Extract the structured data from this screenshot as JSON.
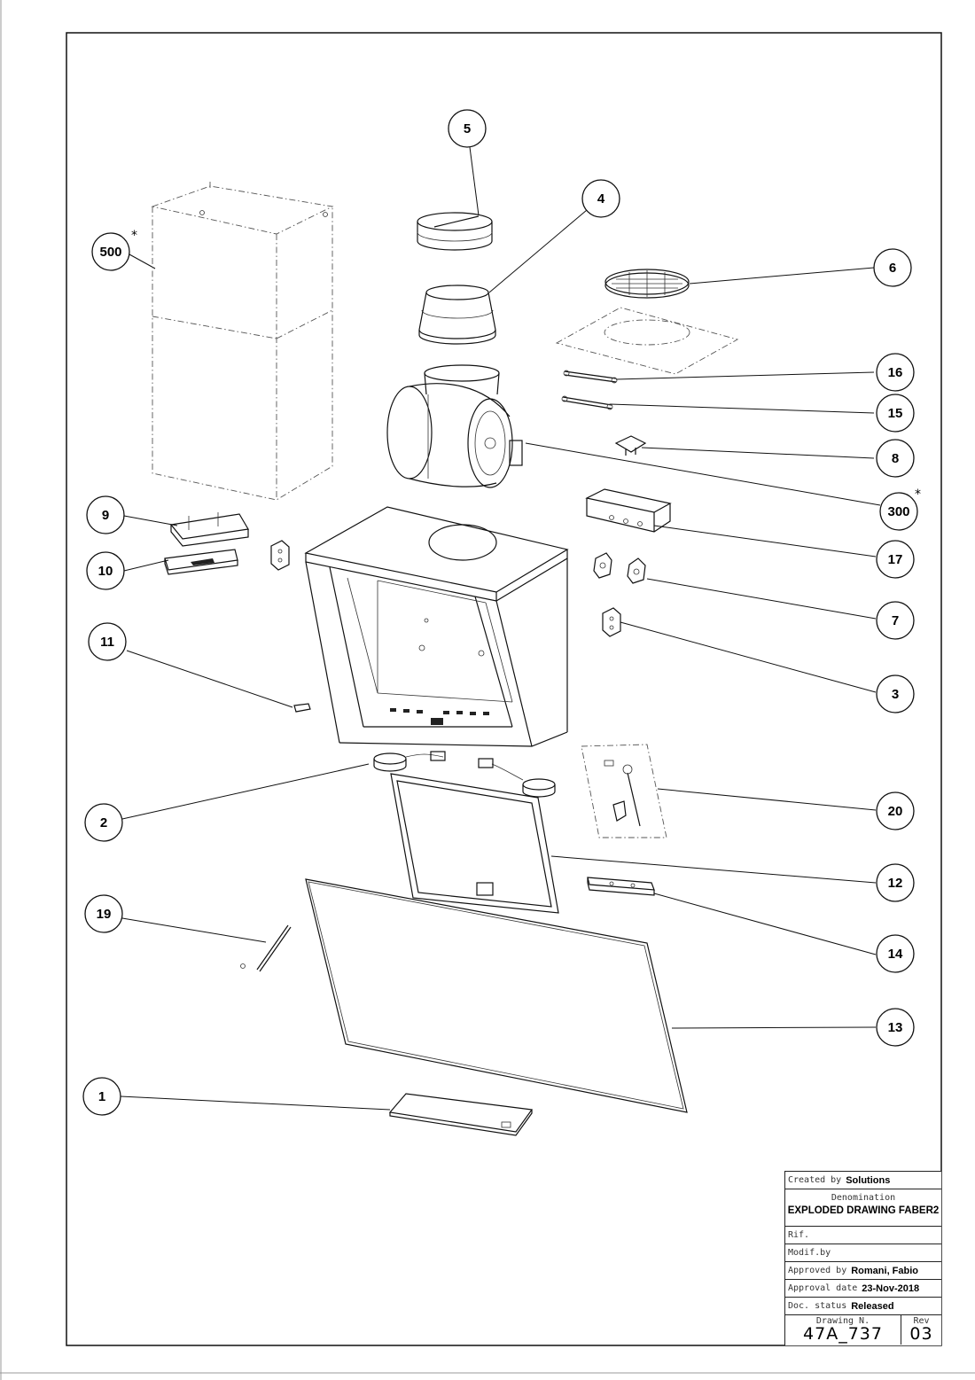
{
  "drawing": {
    "callouts": [
      {
        "id": "5",
        "label": "5"
      },
      {
        "id": "4",
        "label": "4"
      },
      {
        "id": "500",
        "label": "500",
        "asterisk": "*"
      },
      {
        "id": "6",
        "label": "6"
      },
      {
        "id": "16",
        "label": "16"
      },
      {
        "id": "15",
        "label": "15"
      },
      {
        "id": "8",
        "label": "8"
      },
      {
        "id": "300",
        "label": "300",
        "asterisk": "*"
      },
      {
        "id": "9",
        "label": "9"
      },
      {
        "id": "10",
        "label": "10"
      },
      {
        "id": "17",
        "label": "17"
      },
      {
        "id": "7",
        "label": "7"
      },
      {
        "id": "11",
        "label": "11"
      },
      {
        "id": "3",
        "label": "3"
      },
      {
        "id": "2",
        "label": "2"
      },
      {
        "id": "20",
        "label": "20"
      },
      {
        "id": "12",
        "label": "12"
      },
      {
        "id": "19",
        "label": "19"
      },
      {
        "id": "14",
        "label": "14"
      },
      {
        "id": "13",
        "label": "13"
      },
      {
        "id": "1",
        "label": "1"
      }
    ]
  },
  "title_block": {
    "created_by_label": "Created by",
    "created_by_value": "Solutions",
    "denomination_label": "Denomination",
    "denomination_value": "EXPLODED DRAWING FABER2",
    "rif_label": "Rif.",
    "modif_label": "Modif.by",
    "approved_by_label": "Approved by",
    "approved_by_value": "Romani, Fabio",
    "approval_date_label": "Approval date",
    "approval_date_value": "23-Nov-2018",
    "doc_status_label": "Doc. status",
    "doc_status_value": "Released",
    "drawing_n_label": "Drawing N.",
    "drawing_n_value": "47A_737",
    "rev_label": "Rev",
    "rev_value": "03"
  }
}
